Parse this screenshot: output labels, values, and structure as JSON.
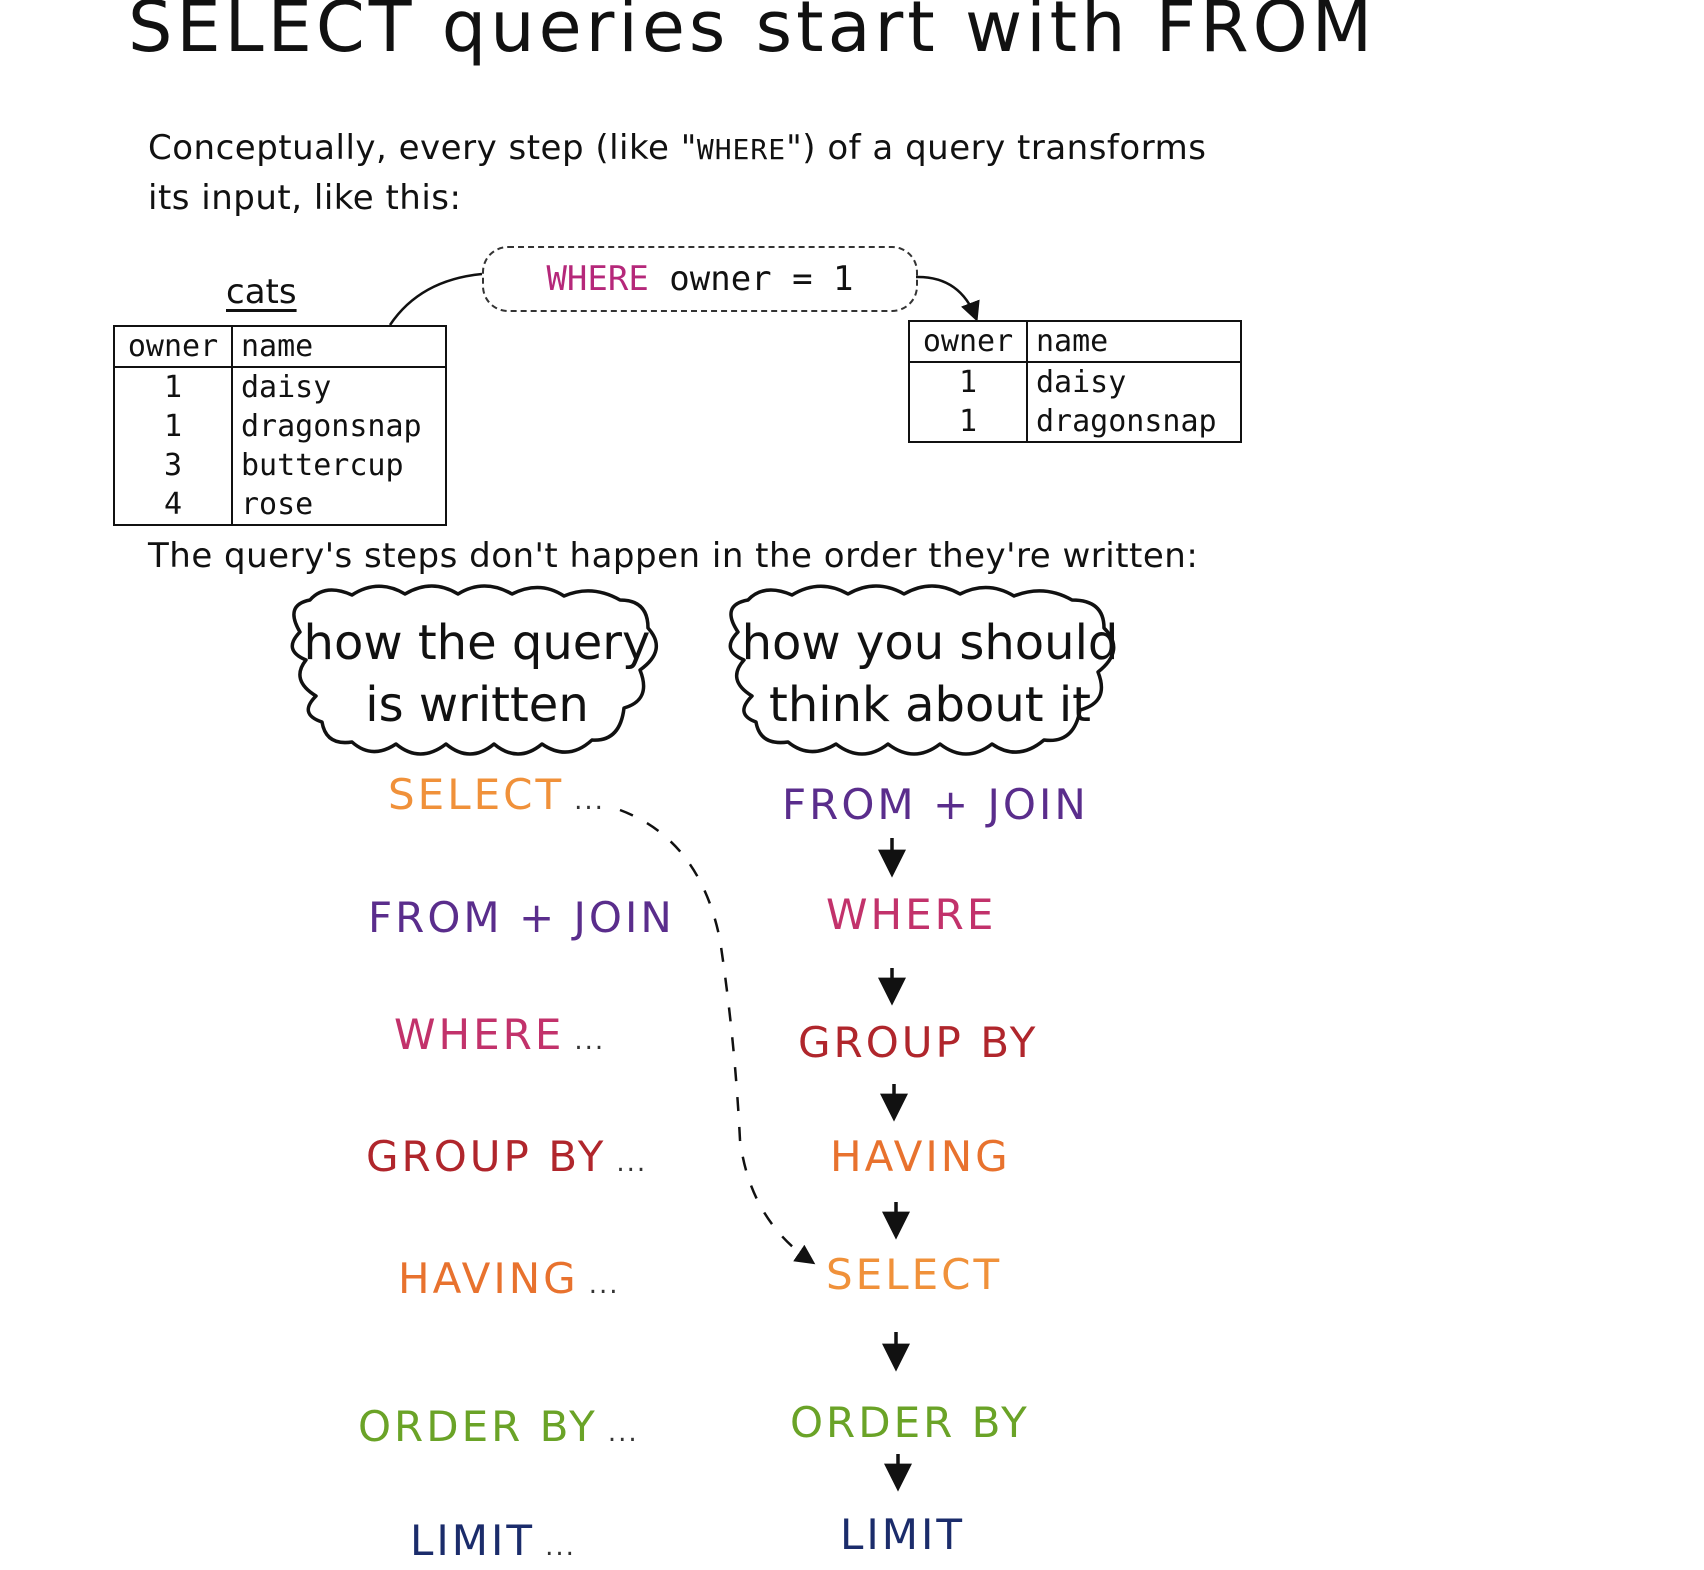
{
  "title": "SELECT queries start with FROM",
  "intro": {
    "line1_before": "Conceptually, every step (like \"",
    "line1_keyword": "WHERE",
    "line1_after": "\") of a query transforms",
    "line2": "its input, like this:"
  },
  "input_table": {
    "caption": "cats",
    "headers": [
      "owner",
      "name"
    ],
    "rows": [
      [
        "1",
        "daisy"
      ],
      [
        "1",
        "dragonsnap"
      ],
      [
        "3",
        "buttercup"
      ],
      [
        "4",
        "rose"
      ]
    ]
  },
  "where_box": {
    "keyword": "WHERE",
    "condition": "owner = 1"
  },
  "output_table": {
    "headers": [
      "owner",
      "name"
    ],
    "rows": [
      [
        "1",
        "daisy"
      ],
      [
        "1",
        "dragonsnap"
      ]
    ]
  },
  "order_text": "The query's steps don't happen in the order they're written:",
  "written_cloud": {
    "line1": "how the query",
    "line2": "is written"
  },
  "think_cloud": {
    "line1": "how you should",
    "line2": "think about it"
  },
  "written_steps": [
    {
      "label": "SELECT",
      "suffix": "..."
    },
    {
      "label": "FROM + JOIN",
      "suffix": ""
    },
    {
      "label": "WHERE",
      "suffix": "..."
    },
    {
      "label": "GROUP BY",
      "suffix": "..."
    },
    {
      "label": "HAVING",
      "suffix": "..."
    },
    {
      "label": "ORDER BY",
      "suffix": "..."
    },
    {
      "label": "LIMIT",
      "suffix": "..."
    }
  ],
  "think_steps": [
    {
      "label": "FROM + JOIN"
    },
    {
      "label": "WHERE"
    },
    {
      "label": "GROUP BY"
    },
    {
      "label": "HAVING"
    },
    {
      "label": "SELECT"
    },
    {
      "label": "ORDER BY"
    },
    {
      "label": "LIMIT"
    }
  ],
  "colors": {
    "select": "#f0913a",
    "from": "#5a2d8c",
    "where": "#c2326b",
    "group_by": "#b0262c",
    "having": "#e8722e",
    "order_by": "#6aa327",
    "limit": "#1b2c6b"
  }
}
